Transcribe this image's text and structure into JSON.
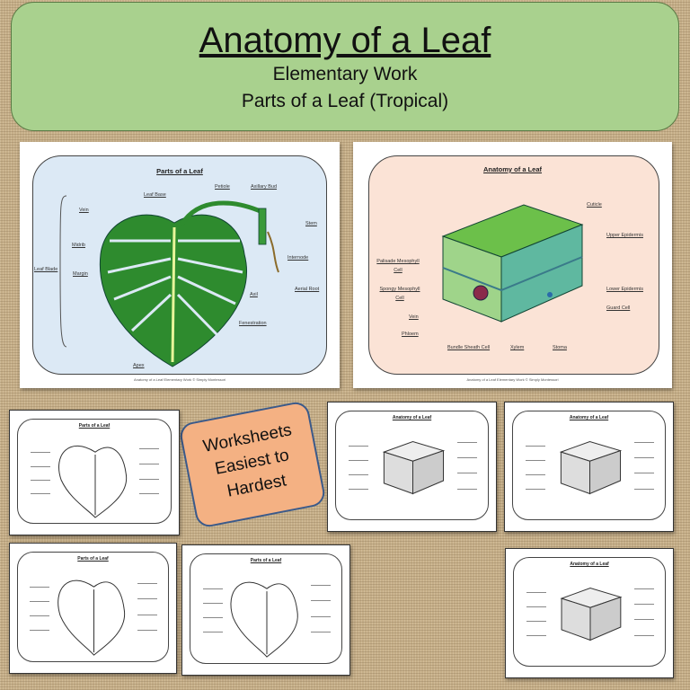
{
  "header": {
    "title": "Anatomy of a Leaf",
    "subtitle1": "Elementary Work",
    "subtitle2": "Parts of a Leaf (Tropical)"
  },
  "parts_card": {
    "title": "Parts of a Leaf",
    "labels": [
      "Leaf Base",
      "Petiole",
      "Axillary Bud",
      "Vein",
      "Stem",
      "Midrib",
      "Internode",
      "Leaf Blade",
      "Margin",
      "Aerial Root",
      "Axil",
      "Fenestration",
      "Apex"
    ],
    "footer": "Anatomy of a Leaf Elementary Work © Simply Montessori",
    "bg": "#dce9f5"
  },
  "anatomy_card": {
    "title": "Anatomy of a Leaf",
    "labels": [
      "Cuticle",
      "Upper Epidermis",
      "Palisade Mesophyll Cell",
      "Spongy Mesophyll Cell",
      "Lower Epidermis",
      "Guard Cell",
      "Vein",
      "Phloem",
      "Bundle Sheath Cell",
      "Xylem",
      "Stoma"
    ],
    "footer": "Anatomy of a Leaf Elementary Work © Simply Montessori",
    "bg": "#fbe3d6"
  },
  "badge": {
    "line1": "Worksheets",
    "line2": "Easiest to",
    "line3": "Hardest",
    "color": "#f4b183"
  },
  "worksheets": [
    {
      "title": "Parts of a Leaf"
    },
    {
      "title": "Anatomy of a Leaf"
    },
    {
      "title": "Anatomy of a Leaf"
    },
    {
      "title": "Parts of a Leaf"
    },
    {
      "title": "Parts of a Leaf"
    },
    {
      "title": "Anatomy of a Leaf"
    }
  ]
}
